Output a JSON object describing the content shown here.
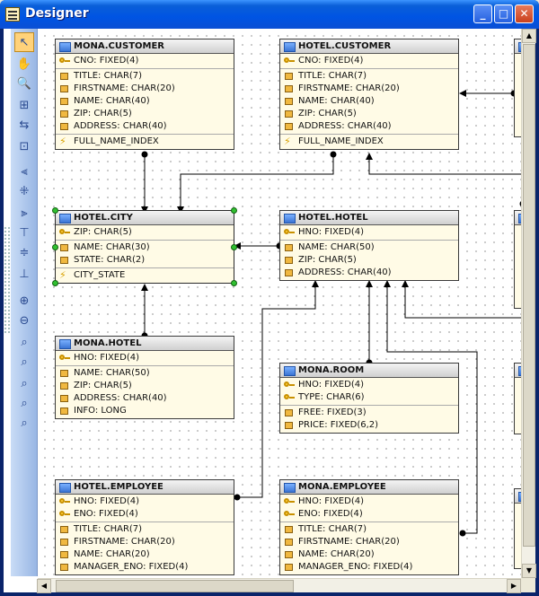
{
  "window": {
    "title": "Designer"
  },
  "titlebar_buttons": {
    "minimize": "_",
    "maximize": "□",
    "close": "✕"
  },
  "toolbar": [
    {
      "name": "pointer-tool",
      "glyph": "↖",
      "active": true
    },
    {
      "name": "hand-tool",
      "glyph": "✋"
    },
    {
      "name": "zoom-tool",
      "glyph": "🔍"
    },
    {
      "name": "add-table-tool",
      "glyph": "⊞"
    },
    {
      "name": "add-relation-tool",
      "glyph": "⇆"
    },
    {
      "name": "fit-tool",
      "glyph": "⊡"
    },
    {
      "name": "align-left-tool",
      "glyph": "⫷"
    },
    {
      "name": "align-center-tool",
      "glyph": "⁜"
    },
    {
      "name": "align-right-tool",
      "glyph": "⫸"
    },
    {
      "name": "align-top-tool",
      "glyph": "⊤"
    },
    {
      "name": "align-middle-tool",
      "glyph": "≑"
    },
    {
      "name": "align-bottom-tool",
      "glyph": "⊥"
    },
    {
      "name": "zoom-in-tool",
      "glyph": "⊕"
    },
    {
      "name": "zoom-out-tool",
      "glyph": "⊖"
    },
    {
      "name": "zoom-fit-tool",
      "glyph": "⌕"
    },
    {
      "name": "zoom-width-tool",
      "glyph": "⌕"
    },
    {
      "name": "zoom-height-tool",
      "glyph": "⌕"
    },
    {
      "name": "zoom-page-tool",
      "glyph": "⌕"
    },
    {
      "name": "zoom-actual-tool",
      "glyph": "⌕"
    }
  ],
  "entities": [
    {
      "id": "mona-customer",
      "name": "MONA.CUSTOMER",
      "sections": [
        [
          {
            "icon": "key",
            "text": "CNO: FIXED(4)"
          }
        ],
        [
          {
            "icon": "col",
            "text": "TITLE: CHAR(7)"
          },
          {
            "icon": "col",
            "text": "FIRSTNAME: CHAR(20)"
          },
          {
            "icon": "col",
            "text": "NAME: CHAR(40)"
          },
          {
            "icon": "col",
            "text": "ZIP: CHAR(5)"
          },
          {
            "icon": "col",
            "text": "ADDRESS: CHAR(40)"
          }
        ],
        [
          {
            "icon": "idx",
            "text": "FULL_NAME_INDEX"
          }
        ]
      ]
    },
    {
      "id": "hotel-customer",
      "name": "HOTEL.CUSTOMER",
      "sections": [
        [
          {
            "icon": "key",
            "text": "CNO: FIXED(4)"
          }
        ],
        [
          {
            "icon": "col",
            "text": "TITLE: CHAR(7)"
          },
          {
            "icon": "col",
            "text": "FIRSTNAME: CHAR(20)"
          },
          {
            "icon": "col",
            "text": "NAME: CHAR(40)"
          },
          {
            "icon": "col",
            "text": "ZIP: CHAR(5)"
          },
          {
            "icon": "col",
            "text": "ADDRESS: CHAR(40)"
          }
        ],
        [
          {
            "icon": "idx",
            "text": "FULL_NAME_INDEX"
          }
        ]
      ]
    },
    {
      "id": "hotel-city",
      "name": "HOTEL.CITY",
      "selected": true,
      "sections": [
        [
          {
            "icon": "key",
            "text": "ZIP: CHAR(5)"
          }
        ],
        [
          {
            "icon": "col",
            "text": "NAME: CHAR(30)"
          },
          {
            "icon": "col",
            "text": "STATE: CHAR(2)"
          }
        ],
        [
          {
            "icon": "idx",
            "text": "CITY_STATE"
          }
        ]
      ]
    },
    {
      "id": "hotel-hotel",
      "name": "HOTEL.HOTEL",
      "sections": [
        [
          {
            "icon": "key",
            "text": "HNO: FIXED(4)"
          }
        ],
        [
          {
            "icon": "col",
            "text": "NAME: CHAR(50)"
          },
          {
            "icon": "col",
            "text": "ZIP: CHAR(5)"
          },
          {
            "icon": "col",
            "text": "ADDRESS: CHAR(40)"
          }
        ]
      ]
    },
    {
      "id": "mona-hotel",
      "name": "MONA.HOTEL",
      "sections": [
        [
          {
            "icon": "key",
            "text": "HNO: FIXED(4)"
          }
        ],
        [
          {
            "icon": "col",
            "text": "NAME: CHAR(50)"
          },
          {
            "icon": "col",
            "text": "ZIP: CHAR(5)"
          },
          {
            "icon": "col",
            "text": "ADDRESS: CHAR(40)"
          },
          {
            "icon": "col",
            "text": "INFO: LONG"
          }
        ]
      ]
    },
    {
      "id": "mona-room",
      "name": "MONA.ROOM",
      "sections": [
        [
          {
            "icon": "key",
            "text": "HNO: FIXED(4)"
          },
          {
            "icon": "key",
            "text": "TYPE: CHAR(6)"
          }
        ],
        [
          {
            "icon": "col",
            "text": "FREE: FIXED(3)"
          },
          {
            "icon": "col",
            "text": "PRICE: FIXED(6,2)"
          }
        ]
      ]
    },
    {
      "id": "hotel-employee",
      "name": "HOTEL.EMPLOYEE",
      "sections": [
        [
          {
            "icon": "key",
            "text": "HNO: FIXED(4)"
          },
          {
            "icon": "key",
            "text": "ENO: FIXED(4)"
          }
        ],
        [
          {
            "icon": "col",
            "text": "TITLE: CHAR(7)"
          },
          {
            "icon": "col",
            "text": "FIRSTNAME: CHAR(20)"
          },
          {
            "icon": "col",
            "text": "NAME: CHAR(20)"
          },
          {
            "icon": "col",
            "text": "MANAGER_ENO: FIXED(4)"
          }
        ]
      ]
    },
    {
      "id": "mona-employee",
      "name": "MONA.EMPLOYEE",
      "sections": [
        [
          {
            "icon": "key",
            "text": "HNO: FIXED(4)"
          },
          {
            "icon": "key",
            "text": "ENO: FIXED(4)"
          }
        ],
        [
          {
            "icon": "col",
            "text": "TITLE: CHAR(7)"
          },
          {
            "icon": "col",
            "text": "FIRSTNAME: CHAR(20)"
          },
          {
            "icon": "col",
            "text": "NAME: CHAR(20)"
          },
          {
            "icon": "col",
            "text": "MANAGER_ENO: FIXED(4)"
          }
        ]
      ]
    }
  ]
}
